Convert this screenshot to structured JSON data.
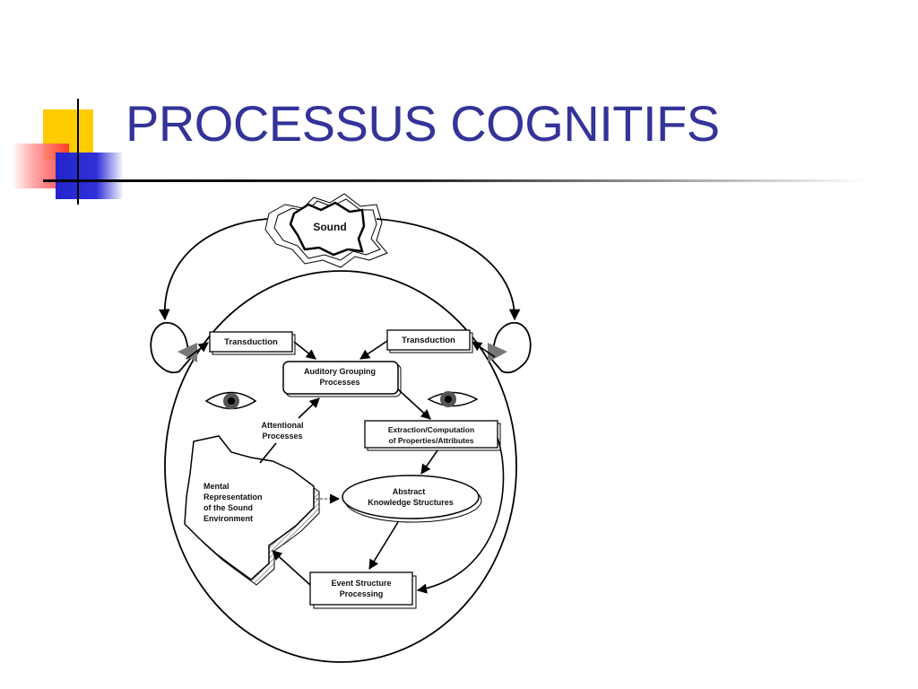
{
  "slide": {
    "title": "PROCESSUS COGNITIFS"
  },
  "diagram": {
    "sound": "Sound",
    "transduction_left": "Transduction",
    "transduction_right": "Transduction",
    "auditory_grouping": [
      "Auditory  Grouping",
      "Processes"
    ],
    "attentional": [
      "Attentional",
      "Processes"
    ],
    "extraction": [
      "Extraction/Computation",
      "of   Properties/Attributes"
    ],
    "abstract_knowledge": [
      "Abstract",
      "Knowledge   Structures"
    ],
    "mental_representation": [
      "Mental",
      "Representation",
      "of  the  Sound",
      "Environment"
    ],
    "event_structure": [
      "Event   Structure",
      "Processing"
    ]
  }
}
